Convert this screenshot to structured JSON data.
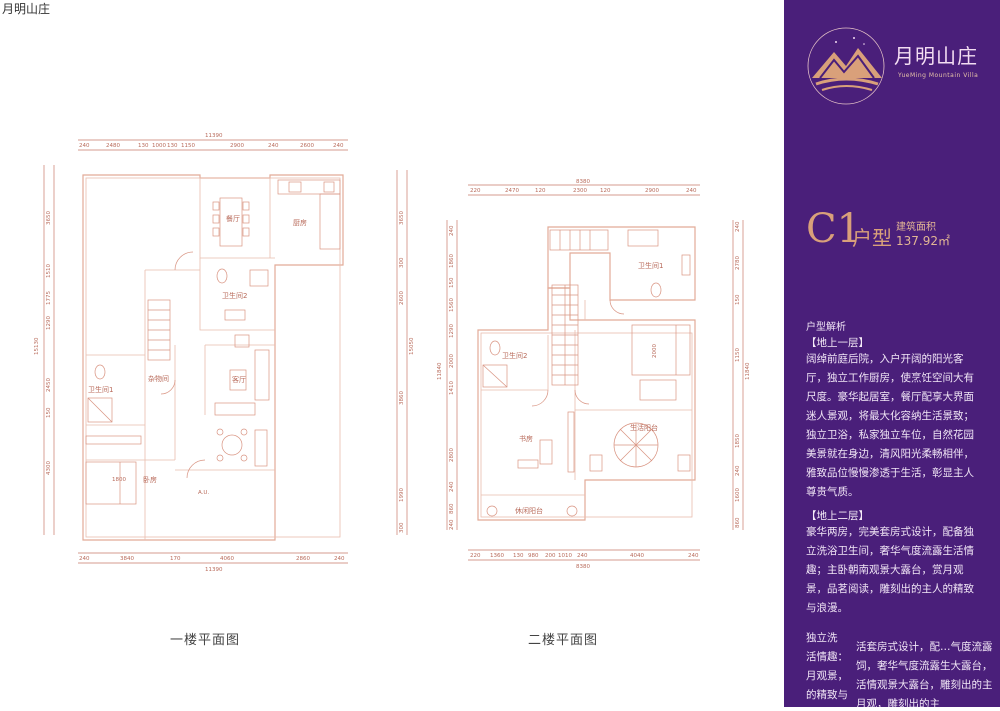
{
  "header": {
    "title": "月明山庄"
  },
  "brand": {
    "name": "月明山庄",
    "subtitle": "YueMing Mountain Villa",
    "colors": {
      "purple": "#4a1f7a",
      "copper": "#d9a07a",
      "plan_line": "#e6b9a6",
      "dim_line": "#c97a6a"
    }
  },
  "unit": {
    "code": "C1",
    "type": "户型",
    "area_label": "建筑面积",
    "area_value": "137.92㎡"
  },
  "analysis": {
    "title": "户型解析",
    "floor1_heading": "【地上一层】",
    "floor1_text": "阔绰前庭后院，入户开阔的阳光客厅，独立工作厨房，使烹饪空间大有尺度。豪华起居室，餐厅配享大界面迷人景观，将最大化容纳生活景致；独立卫浴，私家独立车位，自然花园美景就在身边，清风阳光柔畅相伴，雅致品位慢慢渗透于生活，彰显主人尊贵气质。",
    "floor2_heading": "【地上二层】",
    "floor2_text": "豪华两房，完美套房式设计，配备独立洗浴卫生间，奢华气度流露生活情趣；主卧朝南观景大露台，赏月观景，品茗阅读，雕刻出的主人的精致与浪漫。",
    "overflow_left": [
      "独立洗",
      "活情趣：",
      "月观景，",
      "的精致与"
    ],
    "overflow_right": [
      "活套房式设计，配…气度流露",
      "饲，奢华气度流露生大露台，",
      "活情观景大露台，雕刻出的主",
      "月观，雕刻出的主"
    ]
  },
  "floor1": {
    "caption": "一楼平面图",
    "rooms": {
      "dining": "餐厅",
      "kitchen": "厨房",
      "bath2": "卫生间2",
      "storage": "杂物间",
      "living": "客厅",
      "bath1": "卫生间1",
      "bedroom": "卧房"
    },
    "top_total": "11390",
    "top_dims": [
      "240",
      "2480",
      "130",
      "1000",
      "130",
      "1150",
      "2900",
      "240",
      "2600",
      "240"
    ],
    "bottom_dims": [
      "240",
      "3840",
      "170",
      "4060",
      "2860",
      "240"
    ],
    "bottom_total": "11390",
    "left_total": "15130",
    "left_dims": [
      "3650",
      "1510",
      "1775",
      "1290",
      "2450",
      "150",
      "4300"
    ],
    "right_dims": [
      "3650",
      "300",
      "2600",
      "3860",
      "1990",
      "300"
    ],
    "right_total": "15050",
    "marks": [
      "1800",
      "A.U."
    ]
  },
  "floor2": {
    "caption": "二楼平面图",
    "rooms": {
      "bath1": "卫生间1",
      "bath2": "卫生间2",
      "study": "书房",
      "living_balcony": "生活阳台",
      "leisure_balcony": "休闲阳台"
    },
    "top_total": "8380",
    "top_dims": [
      "220",
      "2470",
      "120",
      "2300",
      "120",
      "2900",
      "240"
    ],
    "bottom_dims": [
      "220",
      "1360",
      "130",
      "980",
      "200",
      "1010",
      "240",
      "4040",
      "240"
    ],
    "bottom_total": "8380",
    "left_total": "11840",
    "left_dims": [
      "240",
      "1860",
      "150",
      "1560",
      "1290",
      "2000",
      "1410",
      "2800",
      "240",
      "860",
      "240"
    ],
    "right_dims": [
      "240",
      "2780",
      "150",
      "1150",
      "1850",
      "240",
      "1600",
      "860"
    ],
    "right_total": "11840",
    "marks": [
      "2000"
    ]
  }
}
